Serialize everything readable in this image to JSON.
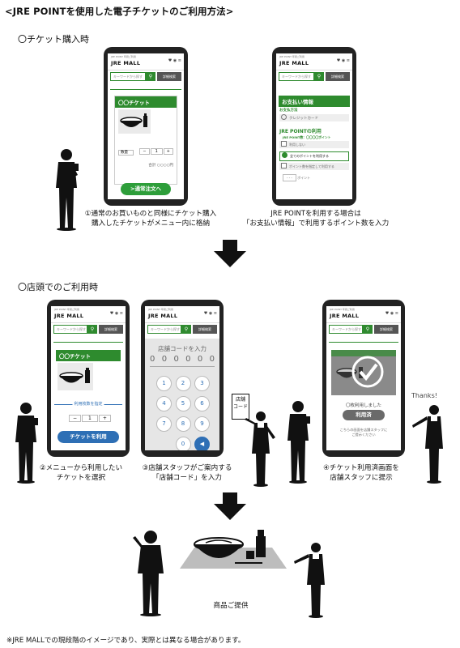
{
  "title": "<JRE POINTを使用した電子チケットのご利用方法>",
  "sections": {
    "purchase": "〇チケット購入時",
    "store": "〇店頭でのご利用時"
  },
  "app": {
    "logo": "JRE MALL",
    "logo_small": "JRE POINT 年間ご利用",
    "header_icons": "♥ ◉ ≡",
    "search_placeholder": "キーワードから探す",
    "search_icon": "search-icon",
    "detail_search": "詳細検索"
  },
  "phone1": {
    "ticket_title": "〇〇チケット",
    "qty_label": "数量",
    "qty_minus": "−",
    "qty_value": "1",
    "qty_plus": "+",
    "total": "合計 ○○○○円",
    "order_button": ">通常注文へ"
  },
  "phone2": {
    "payment_header": "お支払い情報",
    "payment_method_label": "お支払方法",
    "credit_card": "クレジットカード",
    "jre_point_use": "JRE POINTの利用",
    "points_label": "JRE POINT数：〇〇〇〇ポイント",
    "opt_none": "利用しない",
    "opt_all": "全てのポイントを利用する",
    "opt_partial": "ポイント数を指定して利用する",
    "points_input": "- - -",
    "points_unit": "ポイント"
  },
  "captions": {
    "step1_line1": "①通常のお買いものと同様にチケット購入",
    "step1_line2": "購入したチケットがメニュー内に格納",
    "step1b_line1": "JRE POINTを利用する場合は",
    "step1b_line2": "「お支払い情報」で利用するポイント数を入力",
    "step2_line1": "②メニューから利用したい",
    "step2_line2": "チケットを選択",
    "step3_line1": "③店舗スタッフがご案内する",
    "step3_line2": "「店舗コード」を入力",
    "step4_line1": "④チケット利用済画面を",
    "step4_line2": "店舗スタッフに提示",
    "final": "商品ご提供"
  },
  "phone3": {
    "ticket_title": "〇〇チケット",
    "use_count_label": "利用枚数を指定",
    "qty_minus": "−",
    "qty_value": "1",
    "qty_plus": "+",
    "use_button": "チケットを利用"
  },
  "phone4": {
    "code_prompt": "店舗コードを入力",
    "code_digits": [
      "0",
      "0",
      "0",
      "0",
      "0",
      "0"
    ],
    "keys": [
      "1",
      "2",
      "3",
      "4",
      "5",
      "6",
      "7",
      "8",
      "9",
      "0"
    ]
  },
  "sign": {
    "line1": "店舗",
    "line2": "コード"
  },
  "phone5": {
    "used_text": "〇枚利用しました",
    "used_button": "利用済",
    "notice_line1": "こちらの画面を店舗スタッフに",
    "notice_line2": "ご提示ください"
  },
  "thanks": "Thanks!",
  "footnote": "※JRE MALLでの現段階のイメージであり、実際とは異なる場合があります。",
  "colors": {
    "green": "#2e8b2e",
    "blue": "#2e6fb5",
    "dark": "#222222"
  }
}
